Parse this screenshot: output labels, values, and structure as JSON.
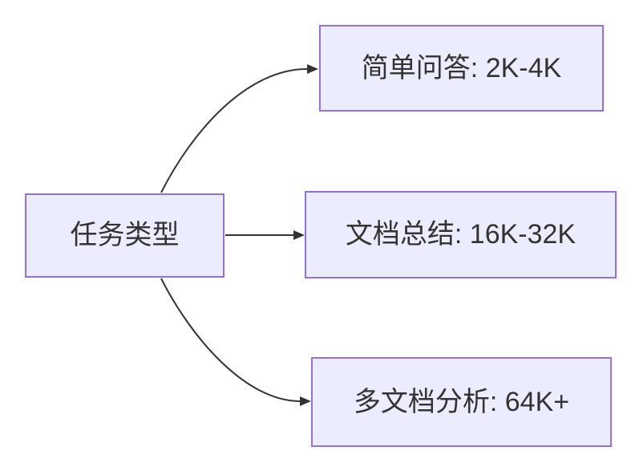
{
  "colors": {
    "background": "#FFFFFF",
    "node-fill": "#ECECFF",
    "node-border": "#9370DB",
    "edge": "#333333",
    "text": "#333333"
  },
  "diagram": {
    "type": "flowchart-left-to-right",
    "root": {
      "label": "任务类型"
    },
    "branches": [
      {
        "label": "简单问答: 2K-4K"
      },
      {
        "label": "文档总结: 16K-32K"
      },
      {
        "label": "多文档分析: 64K+"
      }
    ]
  }
}
